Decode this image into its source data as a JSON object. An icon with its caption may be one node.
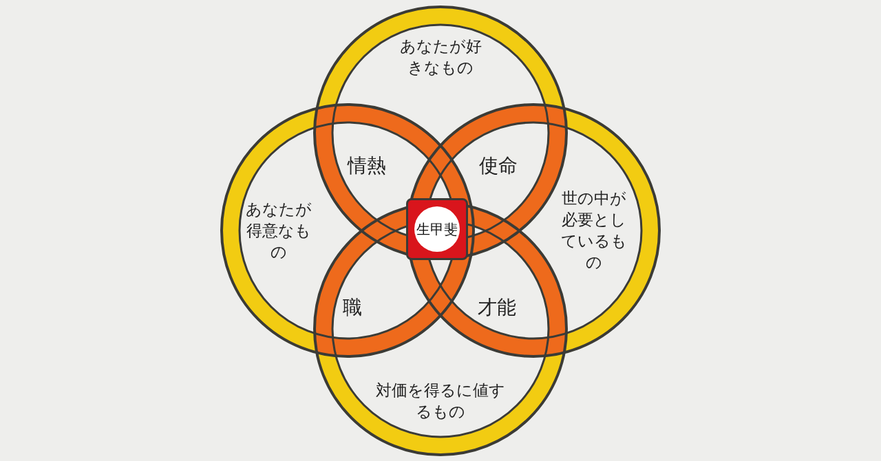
{
  "diagram": {
    "nodes": [
      {
        "text": [
          "あなたが好きなもの"
        ]
      },
      {
        "text": [
          "あなたが得意なもの"
        ]
      },
      {
        "text": [
          "世の中が必要としているもの"
        ]
      },
      {
        "text": [
          "対価を得るに値するもの"
        ]
      },
      {
        "text": [
          "生甲斐"
        ]
      }
    ],
    "edges": [],
    "labels": [
      "情熱",
      "使命",
      "職",
      "才能"
    ]
  }
}
